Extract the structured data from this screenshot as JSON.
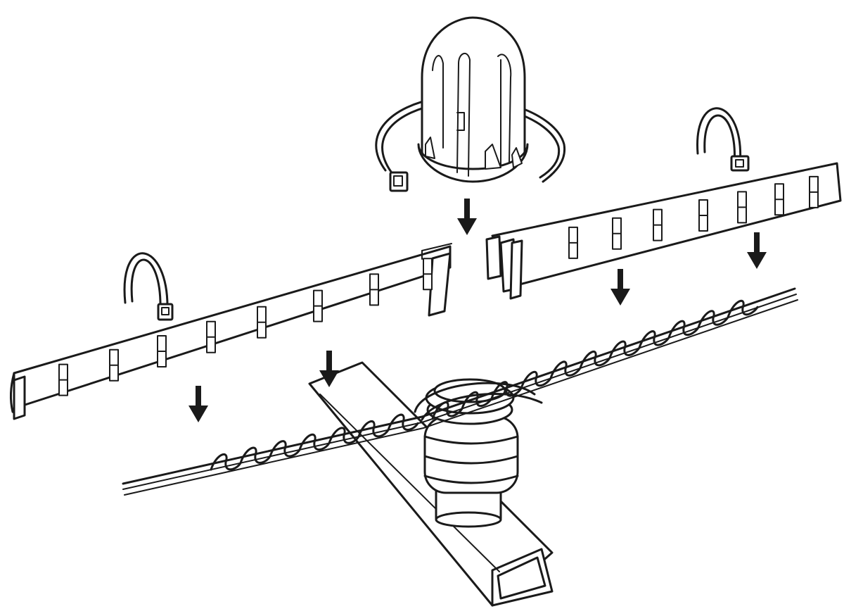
{
  "figure": {
    "kind": "exploded-assembly-illustration",
    "line_color": "#1a1a1a",
    "background": "#ffffff",
    "parts": [
      "insulator-cap",
      "left-guard-strip",
      "right-guard-strip",
      "left-cable-tie",
      "right-cable-tie",
      "cap-strap",
      "insulator",
      "crossarm-tube",
      "conductor-wire",
      "tie-wire"
    ],
    "arrow_count": 5
  }
}
